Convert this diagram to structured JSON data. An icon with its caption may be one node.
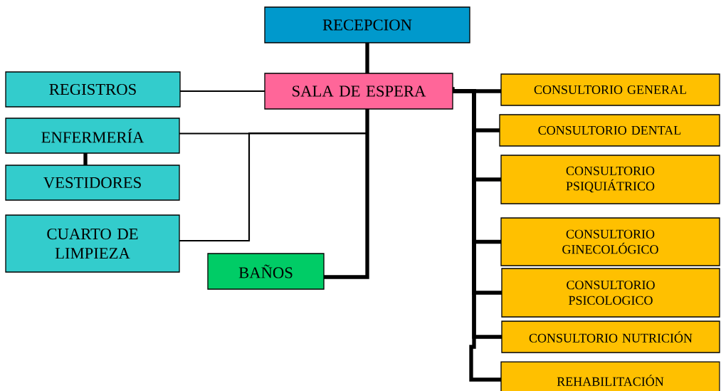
{
  "diagram": {
    "nodes": [
      {
        "text": [
          "RECEPCION"
        ]
      },
      {
        "text": [
          "SALA DE ESPERA"
        ]
      },
      {
        "text": [
          "REGISTROS"
        ]
      },
      {
        "text": [
          "ENFERMERÍA"
        ]
      },
      {
        "text": [
          "VESTIDORES"
        ]
      },
      {
        "text": [
          "CUARTO DE LIMPIEZA"
        ]
      },
      {
        "text": [
          "BAÑOS"
        ]
      },
      {
        "text": [
          "CONSULTORIO GENERAL"
        ]
      },
      {
        "text": [
          "CONSULTORIO DENTAL"
        ]
      },
      {
        "text": [
          "CONSULTORIO PSIQUIÁTRICO"
        ]
      },
      {
        "text": [
          "CONSULTORIO GINECOLÓGICO"
        ]
      },
      {
        "text": [
          "CONSULTORIO PSICOLOGICO"
        ]
      },
      {
        "text": [
          "CONSULTORIO NUTRICIÓN"
        ]
      },
      {
        "text": [
          "REHABILITACIÓN"
        ]
      }
    ],
    "edges": [
      {
        "from": 0,
        "to": 1,
        "arrow": "none"
      },
      {
        "from": 1,
        "to": 2,
        "arrow": "none"
      },
      {
        "from": 1,
        "to": 3,
        "arrow": "none"
      },
      {
        "from": 3,
        "to": 4,
        "arrow": "none"
      },
      {
        "from": 1,
        "to": 5,
        "arrow": "none"
      },
      {
        "from": 1,
        "to": 6,
        "arrow": "none"
      },
      {
        "from": 1,
        "to": 7,
        "arrow": "none"
      },
      {
        "from": 1,
        "to": 8,
        "arrow": "none"
      },
      {
        "from": 1,
        "to": 9,
        "arrow": "none"
      },
      {
        "from": 1,
        "to": 10,
        "arrow": "none"
      },
      {
        "from": 1,
        "to": 11,
        "arrow": "none"
      },
      {
        "from": 1,
        "to": 12,
        "arrow": "none"
      },
      {
        "from": 1,
        "to": 13,
        "arrow": "none"
      }
    ]
  }
}
